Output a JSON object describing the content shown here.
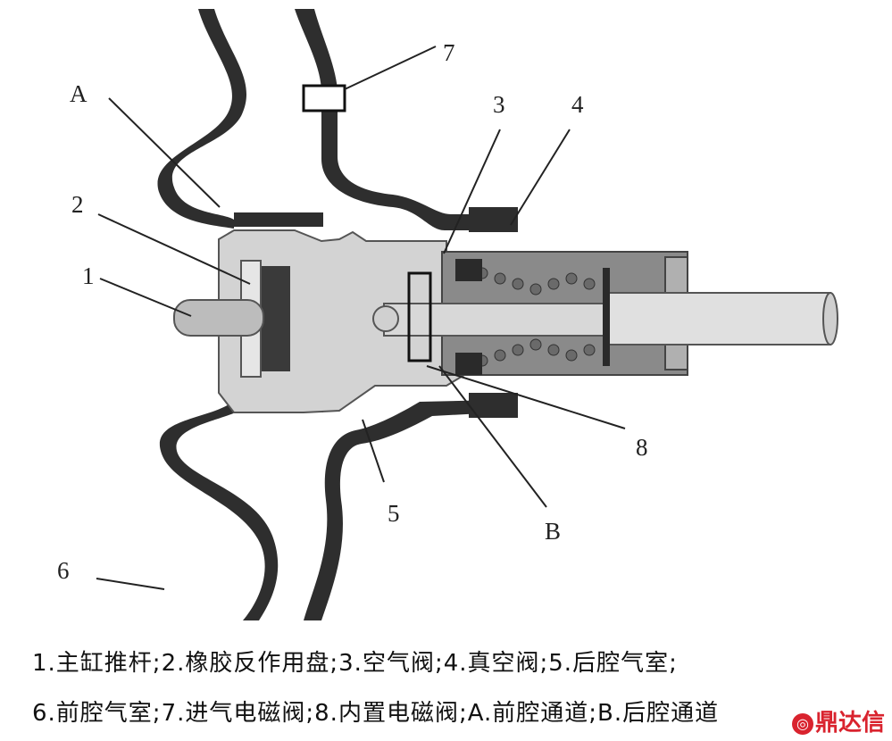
{
  "labels": {
    "n1": "1",
    "n2": "2",
    "n3": "3",
    "n4": "4",
    "n5": "5",
    "n6": "6",
    "n7": "7",
    "n8": "8",
    "A": "A",
    "B": "B"
  },
  "caption": {
    "line1": "1.主缸推杆;2.橡胶反作用盘;3.空气阀;4.真空阀;5.后腔气室;",
    "line2": "6.前腔气室;7.进气电磁阀;8.内置电磁阀;A.前腔通道;B.后腔通道"
  },
  "watermark": {
    "text": "鼎达信"
  },
  "colors": {
    "dark_gray": "#3a3a3a",
    "mid_gray": "#8a8a8a",
    "light_gray": "#d3d3d3",
    "watermark_red": "#d9232e"
  }
}
